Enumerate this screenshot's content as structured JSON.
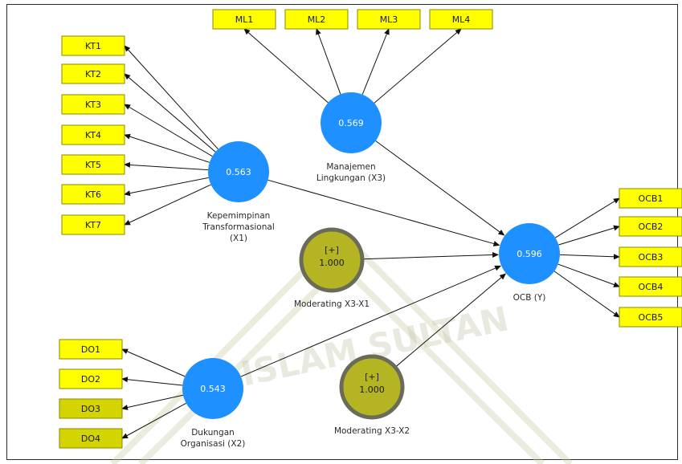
{
  "diagram": {
    "indicators": {
      "ml": [
        "ML1",
        "ML2",
        "ML3",
        "ML4"
      ],
      "kt": [
        "KT1",
        "KT2",
        "KT3",
        "KT4",
        "KT5",
        "KT6",
        "KT7"
      ],
      "ocb": [
        "OCB1",
        "OCB2",
        "OCB3",
        "OCB4",
        "OCB5"
      ],
      "do": [
        "DO1",
        "DO2",
        "DO3",
        "DO4"
      ]
    },
    "latents": {
      "kt": {
        "value": "0.563",
        "name_lines": [
          "Kepemimpinan",
          "Transformasional",
          "(X1)"
        ]
      },
      "ml": {
        "value": "0.569",
        "name_lines": [
          "Manajemen",
          "Lingkungan (X3)"
        ]
      },
      "ocb": {
        "value": "0.596",
        "name_lines": [
          "OCB (Y)"
        ]
      },
      "do": {
        "value": "0.543",
        "name_lines": [
          "Dukungan",
          "Organisasi (X2)"
        ]
      },
      "mod1": {
        "badge": "[+]",
        "value": "1.000",
        "name_lines": [
          "Moderating X3-X1"
        ]
      },
      "mod2": {
        "badge": "[+]",
        "value": "1.000",
        "name_lines": [
          "Moderating X3-X2"
        ]
      }
    },
    "colors": {
      "indicator": "#ffff00",
      "latent": "#1e90ff",
      "moderating": "#b5b523",
      "moderating_ring": "#6b6b5a"
    },
    "watermark": {
      "text": "ISLAM SULTAN"
    }
  }
}
